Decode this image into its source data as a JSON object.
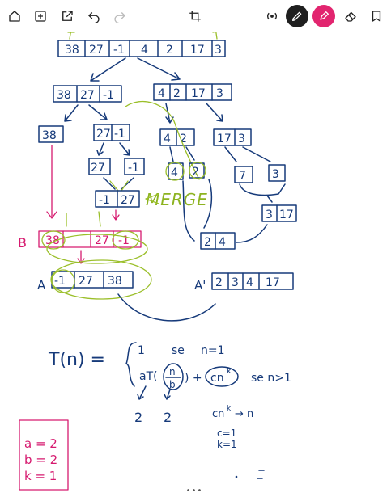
{
  "toolbar": {
    "icons": [
      "home-icon",
      "add-page-icon",
      "share-icon",
      "undo-icon",
      "redo-icon",
      "crop-icon",
      "presenter-icon",
      "pen-icon",
      "highlighter-icon",
      "eraser-icon",
      "bookmark-icon"
    ]
  },
  "colors": {
    "ink_blue": "#163a7a",
    "ink_green": "#9bbf2a",
    "ink_magenta": "#d61a6f",
    "pen_active": "#1f1f1f",
    "highlighter_active": "#e2256f"
  },
  "notes": {
    "top_array": [
      "38",
      "27",
      "-1",
      "4",
      "2",
      "17",
      "3"
    ],
    "left_half": [
      "38",
      "27",
      "-1"
    ],
    "right_half": [
      "4",
      "2",
      "17",
      "3"
    ],
    "single_38": "38",
    "pair_27_m1": [
      "27",
      "-1"
    ],
    "leaf_27": "27",
    "leaf_m1": "-1",
    "merged_m1_27": [
      "-1",
      "27"
    ],
    "pair_4_2": [
      "4",
      "2"
    ],
    "pair_17_3": [
      "17",
      "3"
    ],
    "leaf_4": "4",
    "leaf_2": "2",
    "leaf_7": "7",
    "leaf_3": "3",
    "merged_3_17": [
      "3",
      "17"
    ],
    "merged_2_4": [
      "2",
      "4"
    ],
    "merge_word": "MERGE",
    "label_B": "B",
    "array_B": [
      "38",
      "27",
      "-1"
    ],
    "label_A": "A",
    "array_A": [
      "-1",
      "27",
      "38"
    ],
    "label_A_prime": "A'",
    "array_A_prime": [
      "2",
      "3",
      "4",
      "17"
    ],
    "recurrence_lhs": "T(n) =",
    "case1_value": "1",
    "case1_se": "se",
    "case1_cond": "n=1",
    "case2_a": "aT(",
    "case2_frac_num": "n",
    "case2_frac_den": "b",
    "case2_plus": ") +",
    "case2_cnk": "cn",
    "case2_k": "k",
    "case2_cond": "se  n>1",
    "under_a": "2",
    "under_b": "2",
    "cnk_arrow": "cn",
    "cnk_arrow_k": "k",
    "cnk_arrow_to": "→ n",
    "c_eq": "c=1",
    "k_eq": "k=1",
    "box_a": "a = 2",
    "box_b": "b = 2",
    "box_k": "k = 1",
    "more": "•••"
  }
}
